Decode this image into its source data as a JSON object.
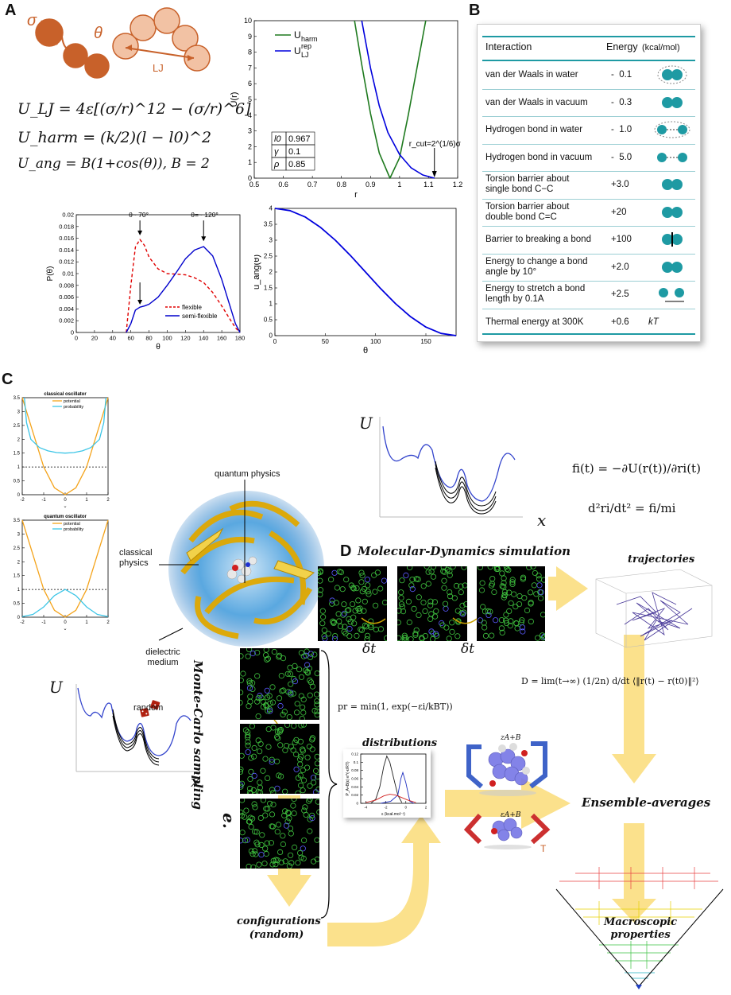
{
  "panels": {
    "a": "A",
    "b": "B",
    "c": "C",
    "d": "D",
    "e": "e."
  },
  "panelA": {
    "schematic": {
      "sigma": "σ",
      "theta": "θ",
      "lj": "LJ"
    },
    "equations": {
      "lj": "U_LJ = 4ε[(σ/r)^12 − (σ/r)^6]",
      "harm": "U_harm = (k/2)(l − l0)^2",
      "ang": "U_ang = B(1+cos(θ)), B = 2"
    }
  },
  "chart_potential": {
    "type": "line",
    "xlabel": "r",
    "ylabel": "U(r)",
    "xlim": [
      0.5,
      1.2
    ],
    "ylim": [
      0,
      10
    ],
    "xticks": [
      "0.5",
      "0.6",
      "0.7",
      "0.8",
      "0.9",
      "1",
      "1.1",
      "1.2"
    ],
    "yticks": [
      "0",
      "1",
      "2",
      "3",
      "4",
      "5",
      "6",
      "7",
      "8",
      "9",
      "10"
    ],
    "series": [
      {
        "name": "U_harm",
        "color": "#1f7a1f",
        "x": [
          0.845,
          0.87,
          0.9,
          0.93,
          0.967,
          1.0,
          1.03,
          1.06,
          1.09
        ],
        "y": [
          10,
          7.2,
          4.1,
          1.6,
          0.0,
          1.3,
          4.0,
          7.0,
          10
        ]
      },
      {
        "name": "U_LJ^rep",
        "color": "#0000dd",
        "x": [
          0.87,
          0.9,
          0.93,
          0.96,
          1.0,
          1.04,
          1.08,
          1.12
        ],
        "y": [
          10,
          7.0,
          4.6,
          2.9,
          1.5,
          0.65,
          0.2,
          0.0
        ]
      }
    ],
    "legend": [
      {
        "label": "U",
        "sub": "harm"
      },
      {
        "label": "U",
        "sub": "LJ",
        "sup": "rep"
      }
    ],
    "params": [
      {
        "name": "l0",
        "value": "0.967"
      },
      {
        "name": "γ",
        "value": "0.1"
      },
      {
        "name": "ρ",
        "value": "0.85"
      }
    ],
    "annotation": "r_cut=2^(1/6)σ"
  },
  "chart_angle_dist": {
    "type": "line",
    "xlabel": "θ",
    "ylabel": "P(θ)",
    "xlim": [
      0,
      180
    ],
    "ylim": [
      0,
      0.02
    ],
    "xticks": [
      "0",
      "20",
      "40",
      "60",
      "80",
      "100",
      "120",
      "140",
      "160",
      "180"
    ],
    "yticks": [
      "0",
      "0.002",
      "0.004",
      "0.006",
      "0.008",
      "0.01",
      "0.012",
      "0.014",
      "0.016",
      "0.018",
      "0.02"
    ],
    "series": [
      {
        "name": "flexible",
        "color": "#e00000",
        "x": [
          55,
          60,
          65,
          70,
          75,
          80,
          90,
          100,
          110,
          120,
          130,
          140,
          150,
          160,
          170,
          175,
          180
        ],
        "y": [
          0,
          0.008,
          0.0145,
          0.0158,
          0.0148,
          0.0128,
          0.0108,
          0.01,
          0.0099,
          0.0098,
          0.0093,
          0.0085,
          0.0068,
          0.0045,
          0.002,
          0.0008,
          0
        ]
      },
      {
        "name": "semi-flexible",
        "color": "#0000cc",
        "x": [
          55,
          60,
          65,
          70,
          75,
          80,
          90,
          100,
          110,
          120,
          130,
          140,
          150,
          160,
          170,
          175,
          180
        ],
        "y": [
          0,
          0.0015,
          0.0038,
          0.0043,
          0.0045,
          0.0048,
          0.006,
          0.008,
          0.0102,
          0.0125,
          0.014,
          0.0146,
          0.013,
          0.009,
          0.004,
          0.0015,
          0
        ]
      }
    ],
    "annotations": [
      "θ~ 70°",
      "θ=~ 120°"
    ]
  },
  "chart_angle_pot": {
    "type": "line",
    "xlabel": "θ",
    "ylabel": "u_ang(θ)",
    "xlim": [
      0,
      180
    ],
    "ylim": [
      0,
      4
    ],
    "xticks": [
      "0",
      "50",
      "100",
      "150"
    ],
    "yticks": [
      "0",
      "0.5",
      "1",
      "1.5",
      "2",
      "2.5",
      "3",
      "3.5",
      "4"
    ],
    "series": [
      {
        "name": "",
        "color": "#0000dd",
        "x": [
          0,
          15,
          30,
          45,
          60,
          75,
          90,
          105,
          120,
          135,
          150,
          165,
          180
        ],
        "y": [
          4,
          3.93,
          3.73,
          3.41,
          3.0,
          2.52,
          2.0,
          1.48,
          1.0,
          0.59,
          0.27,
          0.07,
          0
        ]
      }
    ]
  },
  "panelB": {
    "header": {
      "col1": "Interaction",
      "col2": "Energy",
      "col2_unit": "(kcal/mol)"
    },
    "rows": [
      {
        "label": [
          "van der Waals in water"
        ],
        "value": "-  0.1"
      },
      {
        "label": [
          "van der Waals in vacuum"
        ],
        "value": "-  0.3"
      },
      {
        "label": [
          "Hydrogen bond in water"
        ],
        "value": "-  1.0"
      },
      {
        "label": [
          "Hydrogen bond in vacuum"
        ],
        "value": "-  5.0"
      },
      {
        "label": [
          "Torsion barrier about",
          "single bond C−C"
        ],
        "value": "+3.0"
      },
      {
        "label": [
          "Torsion barrier about",
          "double bond C=C"
        ],
        "value": "+20"
      },
      {
        "label": [
          "Barrier to breaking a bond"
        ],
        "value": "+100"
      },
      {
        "label": [
          "Energy to change a bond",
          "angle by 10°"
        ],
        "value": "+2.0"
      },
      {
        "label": [
          "Energy to stretch a bond",
          "length by 0.1A"
        ],
        "value": "+2.5"
      },
      {
        "label": [
          "Thermal energy at 300K"
        ],
        "value": "+0.6",
        "extra": "kT"
      }
    ]
  },
  "chart_classical": {
    "type": "line",
    "title": "classical oscillator",
    "xlabel": "x",
    "xlim": [
      -2,
      2
    ],
    "ylim": [
      0,
      3.5
    ],
    "xticks": [
      "-2",
      "-1",
      "0",
      "1",
      "2"
    ],
    "yticks": [
      "0",
      "0.5",
      "1",
      "1.5",
      "2",
      "2.5",
      "3",
      "3.5"
    ],
    "series": [
      {
        "name": "potential",
        "color": "#f4a31a",
        "x": [
          -2,
          -1.5,
          -1,
          -0.5,
          0,
          0.5,
          1,
          1.5,
          2
        ],
        "y": [
          4,
          2.25,
          1,
          0.25,
          0,
          0.25,
          1,
          2.25,
          4
        ]
      },
      {
        "name": "probability",
        "color": "#3cc5e6",
        "x": [
          -1.9,
          -1.8,
          -1.6,
          -1.2,
          -0.8,
          -0.4,
          0,
          0.4,
          0.8,
          1.2,
          1.6,
          1.8,
          1.9
        ],
        "y": [
          3.6,
          2.6,
          2.0,
          1.7,
          1.58,
          1.52,
          1.5,
          1.52,
          1.58,
          1.7,
          2.0,
          2.6,
          3.6
        ]
      }
    ],
    "hline": 1
  },
  "chart_quantum": {
    "type": "line",
    "title": "quantum oscillator",
    "xlabel": "x",
    "xlim": [
      -2,
      2
    ],
    "ylim": [
      0,
      3.5
    ],
    "xticks": [
      "-2",
      "-1",
      "0",
      "1",
      "2"
    ],
    "yticks": [
      "0",
      "0.5",
      "1",
      "1.5",
      "2",
      "2.5",
      "3",
      "3.5"
    ],
    "series": [
      {
        "name": "potential",
        "color": "#f4a31a",
        "x": [
          -2,
          -1.5,
          -1,
          -0.5,
          0,
          0.5,
          1,
          1.5,
          2
        ],
        "y": [
          4,
          2.25,
          1,
          0.25,
          0,
          0.25,
          1,
          2.25,
          4
        ]
      },
      {
        "name": "probability",
        "color": "#3cc5e6",
        "x": [
          -2,
          -1.5,
          -1,
          -0.5,
          0,
          0.5,
          1,
          1.5,
          2
        ],
        "y": [
          0.02,
          0.1,
          0.37,
          0.78,
          1.0,
          0.78,
          0.37,
          0.1,
          0.02
        ]
      }
    ],
    "hline": 1
  },
  "panelC": {
    "labels": {
      "quantum": "quantum physics",
      "classical": "classical\nphysics",
      "dielectric": "dielectric\nmedium"
    },
    "md_title": "Molecular-Dynamics simulation",
    "mc_title": "Monte-Carlo sampling",
    "dt": "δt",
    "U": "U",
    "x": "x",
    "random": "random",
    "trajectories": "trajectories",
    "distributions": "distributions",
    "ensemble": "Ensemble-averages",
    "macro": "Macroscopic\nproperties",
    "configurations": "configurations\n(random)",
    "pr": "pr = min(1, exp(−εi/kBT))",
    "force": "fi(t) = −∂U(r(t))/∂ri(t)",
    "newton": "d²ri/dt² = fi/mi",
    "diffusion": "D = lim(t→∞) (1/2n) d/dt ⟨‖r(t) − r(t0)‖²⟩",
    "zab": "zA+B",
    "eab": "εA+B",
    "T": "T"
  },
  "chart_distributions": {
    "type": "line",
    "xlabel": "ε (kcal.mol⁻¹)",
    "ylabel": "P_A+B(ε) e^(-ε/RT)",
    "xlim": [
      -4.5,
      2
    ],
    "ylim": [
      0,
      0.12
    ],
    "xticks": [
      "-4",
      "-2",
      "0",
      "2"
    ],
    "yticks": [
      "0",
      "0.02",
      "0.04",
      "0.06",
      "0.08",
      "0.1",
      "0.12"
    ]
  },
  "colors": {
    "teal": "#1e9aa3",
    "orange": "#c8612a",
    "yellow_arrow": "#fbe18c",
    "blue_curve": "#3344cc"
  }
}
